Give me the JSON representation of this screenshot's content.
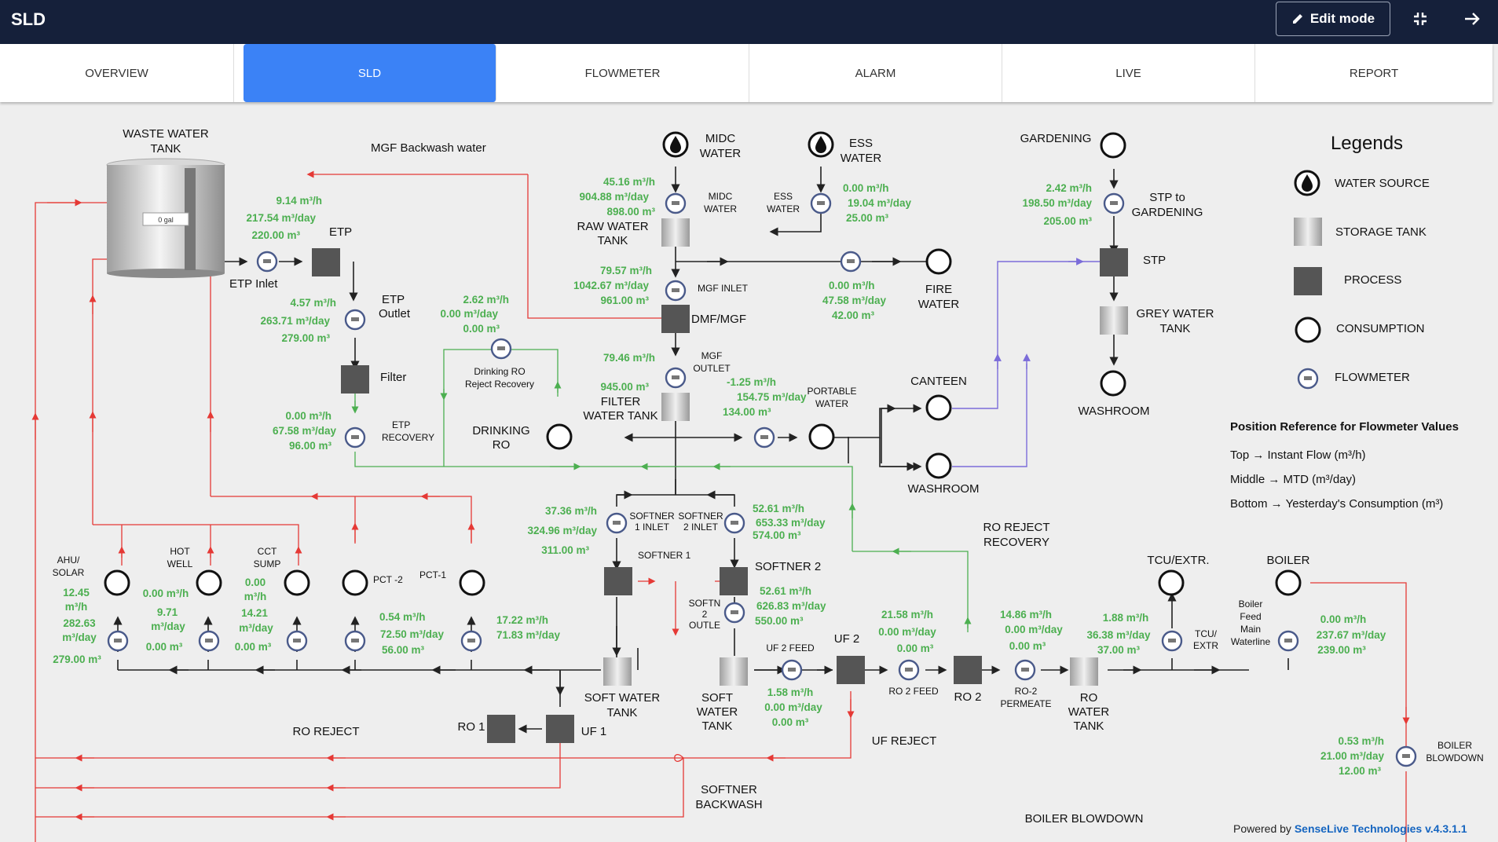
{
  "header": {
    "title": "SLD",
    "edit_label": "Edit mode",
    "icons": [
      "pencil-icon",
      "fullscreen-exit-icon",
      "arrow-right-icon"
    ]
  },
  "tabs": [
    {
      "label": "OVERVIEW"
    },
    {
      "label": "SLD",
      "active": true
    },
    {
      "label": "FLOWMETER"
    },
    {
      "label": "ALARM"
    },
    {
      "label": "LIVE"
    },
    {
      "label": "REPORT"
    }
  ],
  "labels": {
    "waste_water_tank": [
      "WASTE WATER",
      "TANK"
    ],
    "mgf_backwash": "MGF Backwash water",
    "etp": "ETP",
    "etp_inlet": "ETP Inlet",
    "etp_outlet": [
      "ETP",
      "Outlet"
    ],
    "filter": "Filter",
    "etp_recovery": [
      "ETP",
      "RECOVERY"
    ],
    "drinking_ro_reject": [
      "Drinking RO",
      "Reject Recovery"
    ],
    "drinking_ro": [
      "DRINKING",
      "RO"
    ],
    "midc_water": [
      "MIDC",
      "WATER"
    ],
    "ess_water": [
      "ESS",
      "WATER"
    ],
    "midc_water_fm": [
      "MIDC",
      "WATER"
    ],
    "ess_water_fm": [
      "ESS",
      "WATER"
    ],
    "raw_water_tank": [
      "RAW WATER",
      "TANK"
    ],
    "mgf_inlet": "MGF INLET",
    "dmf_mgf": "DMF/MGF",
    "mgf_outlet": [
      "MGF",
      "OUTLET"
    ],
    "filter_water_tank": [
      "FILTER",
      "WATER TANK"
    ],
    "fire_water": [
      "FIRE",
      "WATER"
    ],
    "portable_water": [
      "PORTABLE",
      "WATER"
    ],
    "canteen": "CANTEEN",
    "washroom1": "WASHROOM",
    "gardening": "GARDENING",
    "stp_to_gardening": [
      "STP to",
      "GARDENING"
    ],
    "stp": "STP",
    "grey_water_tank": [
      "GREY WATER",
      "TANK"
    ],
    "washroom2": "WASHROOM",
    "ahu_solar": [
      "AHU/",
      "SOLAR"
    ],
    "hot_well": [
      "HOT",
      "WELL"
    ],
    "cct_sump": [
      "CCT",
      "SUMP"
    ],
    "pct2": "PCT -2",
    "pct1": "PCT-1",
    "softner1_inlet": [
      "SOFTNER",
      "1 INLET"
    ],
    "softner2_inlet": [
      "SOFTNER",
      "2 INLET"
    ],
    "softner1": "SOFTNER 1",
    "softner2": "SOFTNER 2",
    "softner2_outlet": [
      "SOFTN",
      "2",
      "OUTLE"
    ],
    "soft_water_tank1": [
      "SOFT WATER",
      "TANK"
    ],
    "soft_water_tank2": [
      "SOFT",
      "WATER",
      "TANK"
    ],
    "uf2_feed": "UF 2 FEED",
    "uf2": "UF 2",
    "ro2_feed": "RO 2 FEED",
    "ro2": "RO 2",
    "ro2_permeate": [
      "RO-2",
      "PERMEATE"
    ],
    "ro_water_tank": [
      "RO",
      "WATER",
      "TANK"
    ],
    "ro_reject_recovery": [
      "RO REJECT",
      "RECOVERY"
    ],
    "tcu_extr": "TCU/EXTR.",
    "tcu_extr_fm": [
      "TCU/",
      "EXTR"
    ],
    "boiler": "BOILER",
    "boiler_feed": [
      "Boiler",
      "Feed",
      "Main",
      "Waterline"
    ],
    "boiler_blowdown_fm": [
      "BOILER",
      "BLOWDOWN"
    ],
    "ro_reject": "RO REJECT",
    "ro1": "RO 1",
    "uf1": "UF 1",
    "uf_reject": "UF REJECT",
    "softner_backwash": [
      "SOFTNER",
      "BACKWASH"
    ],
    "boiler_blowdown": "BOILER BLOWDOWN",
    "tank_gauge": "0 gal"
  },
  "readings": {
    "etp_inlet": [
      "9.14 m³/h",
      "217.54 m³/day",
      "220.00 m³"
    ],
    "etp_outlet": [
      "4.57 m³/h",
      "263.71 m³/day",
      "279.00 m³"
    ],
    "etp_recovery": [
      "0.00 m³/h",
      "67.58 m³/day",
      "96.00 m³"
    ],
    "drinking_ro_reject": [
      "2.62 m³/h",
      "0.00 m³/day",
      "0.00 m³"
    ],
    "midc_water": [
      "45.16 m³/h",
      "904.88 m³/day",
      "898.00 m³"
    ],
    "ess_water": [
      "0.00 m³/h",
      "19.04 m³/day",
      "25.00 m³"
    ],
    "mgf_inlet": [
      "79.57 m³/h",
      "1042.67 m³/day",
      "961.00 m³"
    ],
    "mgf_outlet": [
      "79.46 m³/h",
      "",
      "945.00 m³"
    ],
    "fire_water": [
      "0.00 m³/h",
      "47.58 m³/day",
      "42.00 m³"
    ],
    "portable_water": [
      "-1.25 m³/h",
      "154.75 m³/day",
      "134.00 m³"
    ],
    "stp_gardening": [
      "2.42 m³/h",
      "198.50 m³/day",
      "205.00 m³"
    ],
    "ahu_solar": [
      "12.45",
      "m³/h",
      "282.63",
      "m³/day",
      "279.00 m³"
    ],
    "hot_well": [
      "0.00 m³/h",
      "9.71",
      "m³/day",
      "0.00 m³"
    ],
    "cct_sump": [
      "0.00",
      "m³/h",
      "14.21",
      "m³/day",
      "0.00 m³"
    ],
    "pct2": [
      "0.54 m³/h",
      "72.50 m³/day",
      "56.00 m³"
    ],
    "pct1": [
      "17.22 m³/h",
      "71.83 m³/day",
      ""
    ],
    "softner1_inlet": [
      "37.36 m³/h",
      "324.96 m³/day",
      "311.00 m³"
    ],
    "softner2_inlet": [
      "52.61 m³/h",
      "653.33 m³/day",
      "574.00 m³"
    ],
    "softner2_outlet": [
      "52.61 m³/h",
      "626.83 m³/day",
      "550.00 m³"
    ],
    "uf2_feed": [
      "1.58 m³/h",
      "0.00 m³/day",
      "0.00 m³"
    ],
    "ro2_feed": [
      "21.58 m³/h",
      "0.00 m³/day",
      "0.00 m³"
    ],
    "ro2_permeate": [
      "14.86 m³/h",
      "0.00 m³/day",
      "0.00 m³"
    ],
    "tcu_extr": [
      "1.88 m³/h",
      "36.38 m³/day",
      "37.00 m³"
    ],
    "boiler_feed": [
      "0.00 m³/h",
      "237.67 m³/day",
      "239.00 m³"
    ],
    "boiler_blowdown": [
      "0.53 m³/h",
      "21.00 m³/day",
      "12.00 m³"
    ]
  },
  "legend": {
    "title": "Legends",
    "items": [
      "WATER SOURCE",
      "STORAGE TANK",
      "PROCESS",
      "CONSUMPTION",
      "FLOWMETER"
    ],
    "position_title": "Position Reference for Flowmeter Values",
    "positions": [
      "Top → Instant Flow (m³/h)",
      "Middle → MTD (m³/day)",
      "Bottom → Yesterday's Consumption (m³)"
    ]
  },
  "footer": {
    "prefix": "Powered by ",
    "brand": "SenseLive Technologies v.4.3.1.1"
  },
  "colors": {
    "red": "#e53935",
    "green": "#4caf50",
    "purple": "#7b6cd9",
    "black": "#222222",
    "process": "#555555",
    "header": "#15203a",
    "accent": "#3b82f6"
  }
}
